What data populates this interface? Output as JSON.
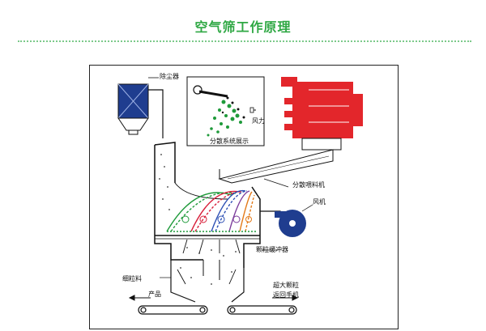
{
  "header": {
    "title": "空气筛工作原理"
  },
  "labels": {
    "dust_collector": "除尘器",
    "wind": "风力",
    "sorting_demo": "分散系统展示",
    "feeder": "分散喂料机",
    "fan": "风机",
    "buffer": "颗粒缓冲器",
    "fines": "细粒料",
    "product": "产品",
    "oversize": "超大颗粒",
    "return": "返回手机"
  },
  "colors": {
    "title": "#2fa844",
    "feeder": "#e3262b",
    "dust_collector": "#1f3d8f",
    "fan": "#1f3d8f",
    "trajectories": [
      "#1e9a3a",
      "#d81f3a",
      "#2c4fb4",
      "#7a3a9a",
      "#e37a1a"
    ]
  }
}
